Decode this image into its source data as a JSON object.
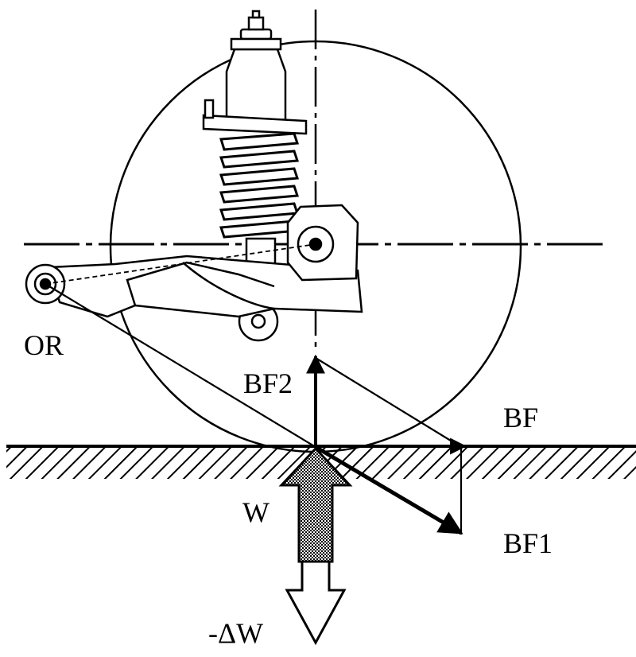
{
  "labels": {
    "pivot": "OR",
    "braking_force": "BF",
    "component_1": "BF1",
    "component_2": "BF2",
    "load": "W",
    "load_change": "-ΔW"
  },
  "colors": {
    "stroke": "#000000",
    "background": "#ffffff",
    "load_arrow_fill": "#9a9a9a"
  }
}
